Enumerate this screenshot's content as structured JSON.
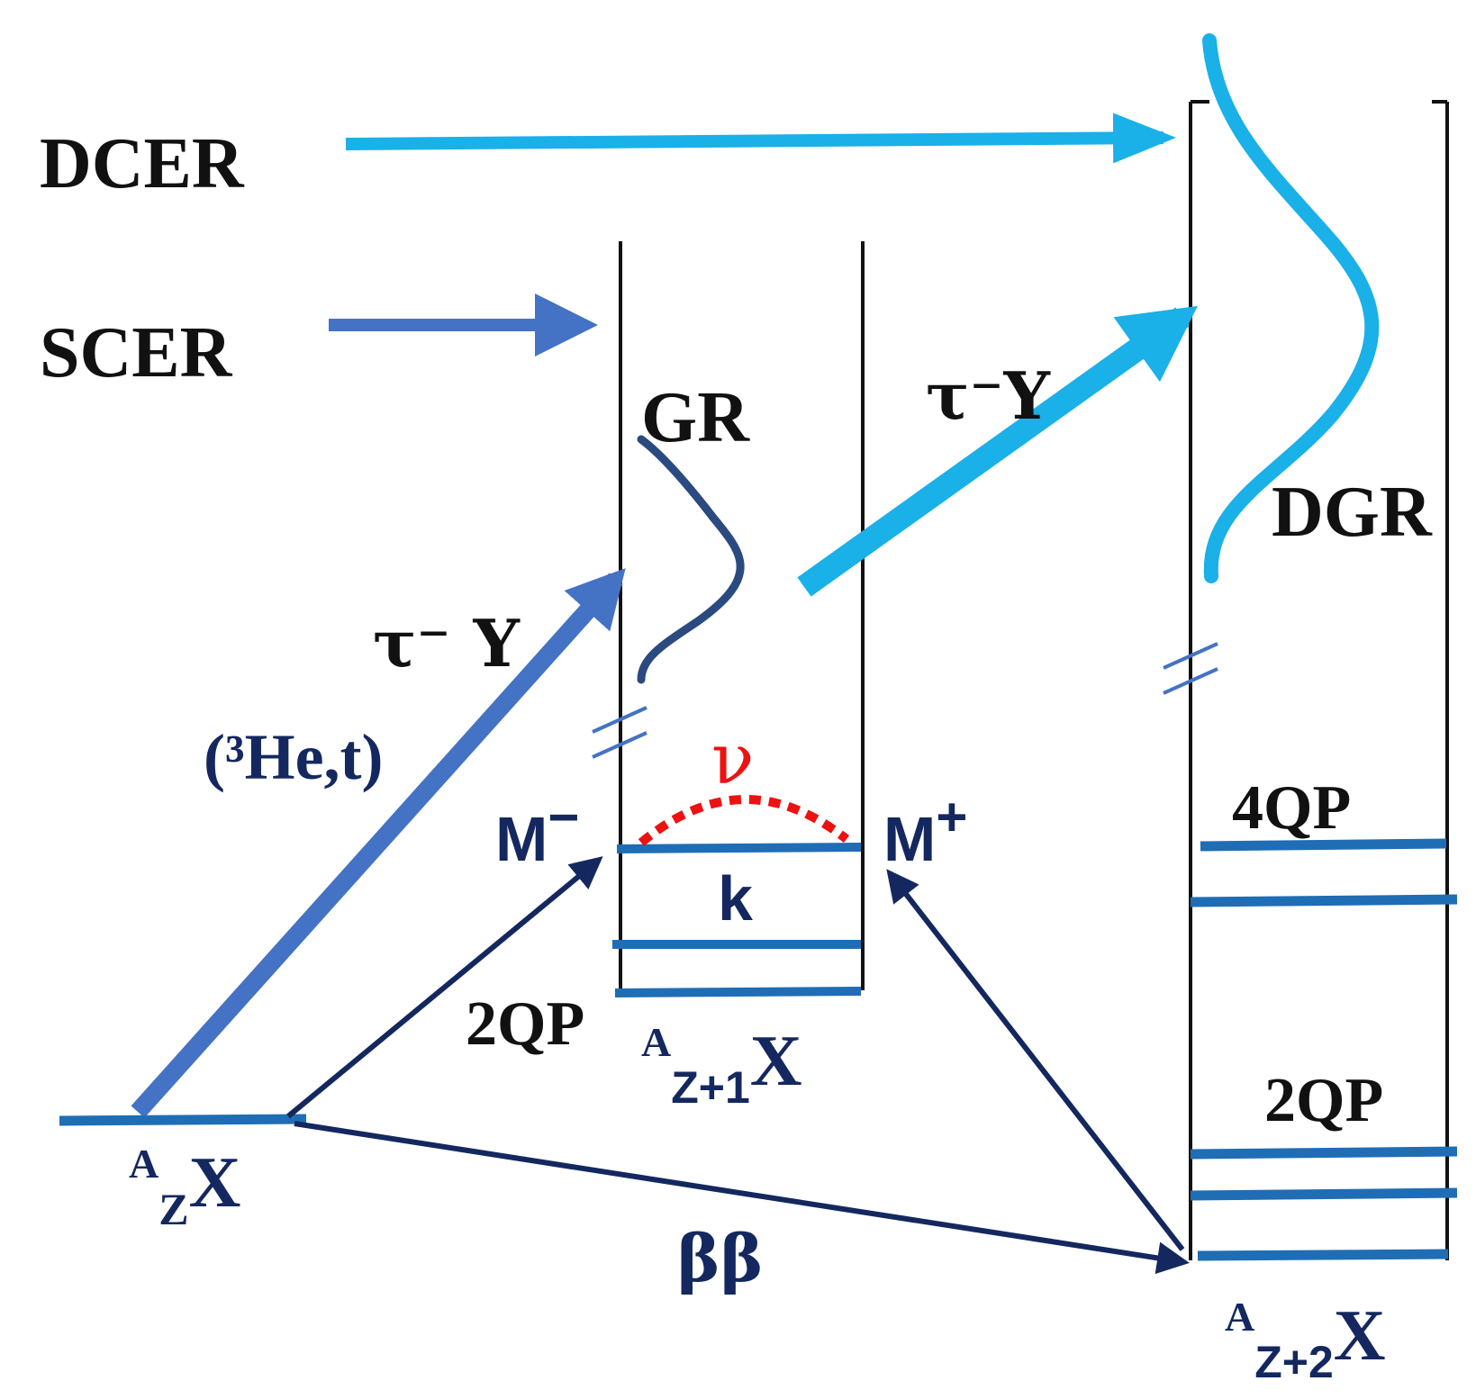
{
  "labels": {
    "dcer": "DCER",
    "scer": "SCER",
    "gr": "GR",
    "dgr": "DGR",
    "tau_y_upper": "τ⁻Y",
    "tau_y_lower": "τ⁻ Y",
    "he3t": "(³He,t)",
    "nu": "ν",
    "m_minus_base": "M",
    "m_minus_sign": "−",
    "m_plus_base": "M",
    "m_plus_sign": "+",
    "k": "k",
    "qp2_mid": "2QP",
    "qp4": "4QP",
    "qp2_right": "2QP",
    "beta_beta": "ββ"
  },
  "nuclei": {
    "parent": {
      "A": "A",
      "Z": "Z",
      "X": "X"
    },
    "intermediate": {
      "A": "A",
      "Z": "Z+1",
      "X": "X"
    },
    "final": {
      "A": "A",
      "Z": "Z+2",
      "X": "X"
    }
  },
  "colors": {
    "text_black": "#111111",
    "navy": "#14285f",
    "level_blue": "#1f6db5",
    "scer_blue": "#4472c4",
    "dcer_cyan": "#1ab0e8",
    "gr_curve": "#2a4a80",
    "nu_red": "#ee1111"
  }
}
